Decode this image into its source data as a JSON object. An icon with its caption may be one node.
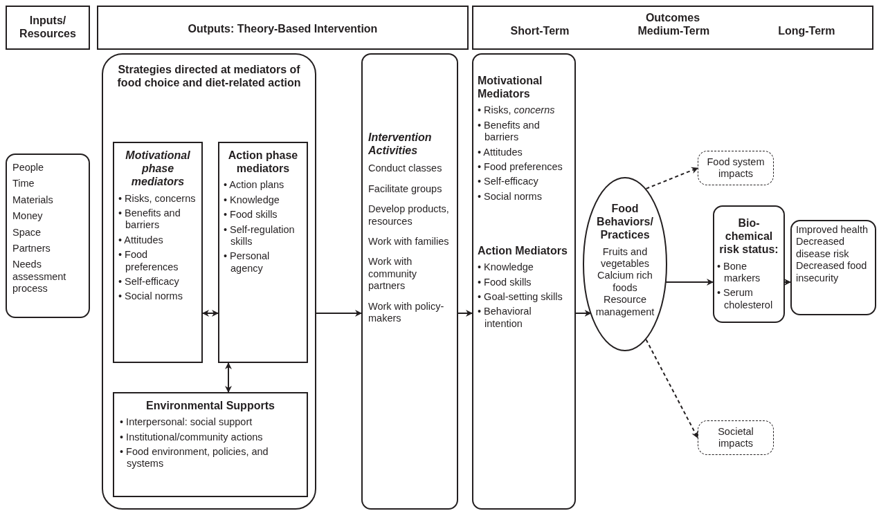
{
  "diagram": {
    "nodes": [
      {
        "text": [
          "Inputs/ Resources"
        ]
      },
      {
        "text": [
          "Outputs: Theory-Based Intervention"
        ]
      },
      {
        "text": [
          "Outcomes",
          "Short-Term",
          "Medium-Term",
          "Long-Term"
        ]
      },
      {
        "text": [
          "People",
          "Time",
          "Materials",
          "Money",
          "Space",
          "Partners",
          "Needs assessment process"
        ]
      },
      {
        "text": [
          "Strategies directed at mediators of food choice and diet-related action"
        ]
      },
      {
        "text": [
          "Motivational phase mediators",
          "• Risks, concerns",
          "• Benefits and barriers",
          "• Attitudes",
          "• Food preferences",
          "• Self-efficacy",
          "• Social norms"
        ],
        "in": 4
      },
      {
        "text": [
          "Action phase mediators",
          "• Action plans",
          "• Knowledge",
          "• Food skills",
          "• Self-regulation skills",
          "• Personal agency"
        ],
        "in": 4
      },
      {
        "text": [
          "Environmental Supports",
          "• Interpersonal: social support",
          "• Institutional/community actions",
          "• Food environment, policies, and systems"
        ],
        "in": 4
      },
      {
        "text": [
          "Intervention Activities",
          "Conduct classes",
          "Facilitate groups",
          "Develop products, resources",
          "Work with families",
          "Work with community partners",
          "Work with policy-makers"
        ]
      },
      {
        "text": [
          "Motivational Mediators",
          "• Risks, *concerns*",
          "• Benefits and barriers",
          "• Attitudes",
          "• Food preferences",
          "• Self-efficacy",
          "• Social norms",
          "Action Mediators",
          "• Knowledge",
          "• Food skills",
          "• Goal-setting skills",
          "• Behavioral intention"
        ]
      },
      {
        "text": [
          "Food Behaviors/ Practices",
          "Fruits and vegetables",
          "Calcium rich foods",
          "Resource management"
        ]
      },
      {
        "text": [
          "Food system impacts"
        ]
      },
      {
        "text": [
          "Bio-chemical risk status:",
          "• Bone markers",
          "• Serum cholesterol"
        ]
      },
      {
        "text": [
          "Improved health",
          "Decreased disease risk",
          "Decreased food insecurity"
        ]
      },
      {
        "text": [
          "Societal impacts"
        ]
      }
    ],
    "edges": [
      {
        "from": 5,
        "to": 6,
        "arrow": "both"
      },
      {
        "from": 6,
        "to": 7,
        "arrow": "both"
      },
      {
        "from": 4,
        "to": 8,
        "arrow": "to"
      },
      {
        "from": 8,
        "to": 9,
        "arrow": "to"
      },
      {
        "from": 9,
        "to": 10,
        "arrow": "to"
      },
      {
        "from": 10,
        "to": 11,
        "arrow": "to",
        "style": "dashed"
      },
      {
        "from": 10,
        "to": 12,
        "arrow": "to"
      },
      {
        "from": 12,
        "to": 13,
        "arrow": "to"
      },
      {
        "from": 10,
        "to": 14,
        "arrow": "to",
        "style": "dashed"
      }
    ]
  }
}
